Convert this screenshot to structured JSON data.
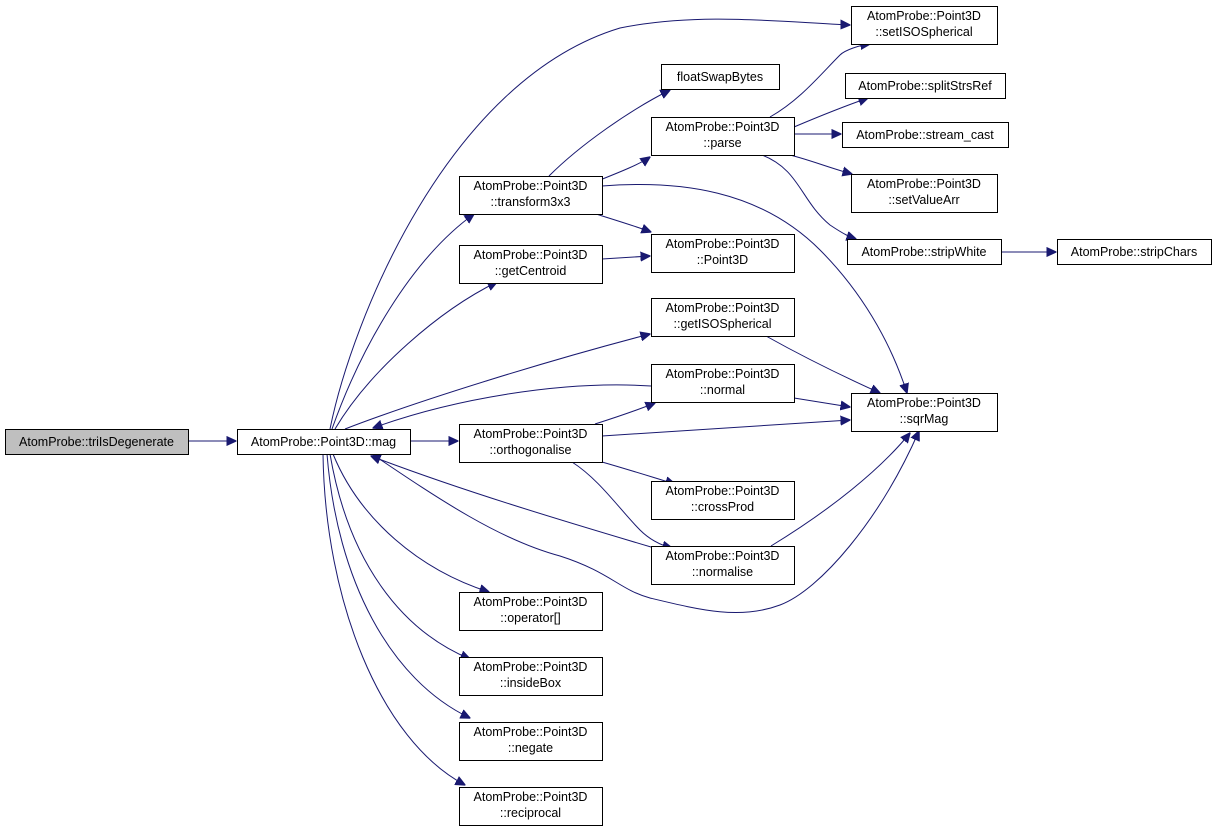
{
  "graph": {
    "root": "triIsDegenerate",
    "nodes": [
      {
        "id": "triIsDegenerate",
        "lines": [
          "AtomProbe::triIsDegenerate"
        ],
        "root": true
      },
      {
        "id": "mag",
        "lines": [
          "AtomProbe::Point3D::mag"
        ]
      },
      {
        "id": "transform3x3",
        "lines": [
          "AtomProbe::Point3D",
          "::transform3x3"
        ]
      },
      {
        "id": "getCentroid",
        "lines": [
          "AtomProbe::Point3D",
          "::getCentroid"
        ]
      },
      {
        "id": "orthogonalise",
        "lines": [
          "AtomProbe::Point3D",
          "::orthogonalise"
        ]
      },
      {
        "id": "operatorIdx",
        "lines": [
          "AtomProbe::Point3D",
          "::operator[]"
        ]
      },
      {
        "id": "insideBox",
        "lines": [
          "AtomProbe::Point3D",
          "::insideBox"
        ]
      },
      {
        "id": "negate",
        "lines": [
          "AtomProbe::Point3D",
          "::negate"
        ]
      },
      {
        "id": "reciprocal",
        "lines": [
          "AtomProbe::Point3D",
          "::reciprocal"
        ]
      },
      {
        "id": "floatSwapBytes",
        "lines": [
          "floatSwapBytes"
        ]
      },
      {
        "id": "parse",
        "lines": [
          "AtomProbe::Point3D",
          "::parse"
        ]
      },
      {
        "id": "ctorPoint3D",
        "lines": [
          "AtomProbe::Point3D",
          "::Point3D"
        ]
      },
      {
        "id": "getISOSpherical",
        "lines": [
          "AtomProbe::Point3D",
          "::getISOSpherical"
        ]
      },
      {
        "id": "normal",
        "lines": [
          "AtomProbe::Point3D",
          "::normal"
        ]
      },
      {
        "id": "crossProd",
        "lines": [
          "AtomProbe::Point3D",
          "::crossProd"
        ]
      },
      {
        "id": "normalise",
        "lines": [
          "AtomProbe::Point3D",
          "::normalise"
        ]
      },
      {
        "id": "setISOSpherical",
        "lines": [
          "AtomProbe::Point3D",
          "::setISOSpherical"
        ]
      },
      {
        "id": "splitStrsRef",
        "lines": [
          "AtomProbe::splitStrsRef"
        ]
      },
      {
        "id": "stream_cast",
        "lines": [
          "AtomProbe::stream_cast"
        ]
      },
      {
        "id": "setValueArr",
        "lines": [
          "AtomProbe::Point3D",
          "::setValueArr"
        ]
      },
      {
        "id": "stripWhite",
        "lines": [
          "AtomProbe::stripWhite"
        ]
      },
      {
        "id": "sqrMag",
        "lines": [
          "AtomProbe::Point3D",
          "::sqrMag"
        ]
      },
      {
        "id": "stripChars",
        "lines": [
          "AtomProbe::stripChars"
        ]
      }
    ],
    "edges": [
      [
        "triIsDegenerate",
        "mag"
      ],
      [
        "mag",
        "setISOSpherical"
      ],
      [
        "mag",
        "transform3x3"
      ],
      [
        "mag",
        "getCentroid"
      ],
      [
        "mag",
        "getISOSpherical"
      ],
      [
        "mag",
        "orthogonalise"
      ],
      [
        "mag",
        "operatorIdx"
      ],
      [
        "mag",
        "insideBox"
      ],
      [
        "mag",
        "negate"
      ],
      [
        "mag",
        "reciprocal"
      ],
      [
        "mag",
        "sqrMag"
      ],
      [
        "transform3x3",
        "floatSwapBytes"
      ],
      [
        "transform3x3",
        "parse"
      ],
      [
        "transform3x3",
        "ctorPoint3D"
      ],
      [
        "transform3x3",
        "sqrMag"
      ],
      [
        "getCentroid",
        "ctorPoint3D"
      ],
      [
        "parse",
        "setISOSpherical"
      ],
      [
        "parse",
        "splitStrsRef"
      ],
      [
        "parse",
        "stream_cast"
      ],
      [
        "parse",
        "setValueArr"
      ],
      [
        "parse",
        "stripWhite"
      ],
      [
        "stripWhite",
        "stripChars"
      ],
      [
        "getISOSpherical",
        "sqrMag"
      ],
      [
        "normal",
        "mag"
      ],
      [
        "normal",
        "sqrMag"
      ],
      [
        "orthogonalise",
        "normal"
      ],
      [
        "orthogonalise",
        "sqrMag"
      ],
      [
        "orthogonalise",
        "crossProd"
      ],
      [
        "orthogonalise",
        "normalise"
      ],
      [
        "normalise",
        "mag"
      ],
      [
        "normalise",
        "sqrMag"
      ]
    ]
  },
  "colors": {
    "edge": "#191970",
    "root_fill": "#bfbfbf",
    "node_fill": "#ffffff",
    "border": "#000000"
  }
}
